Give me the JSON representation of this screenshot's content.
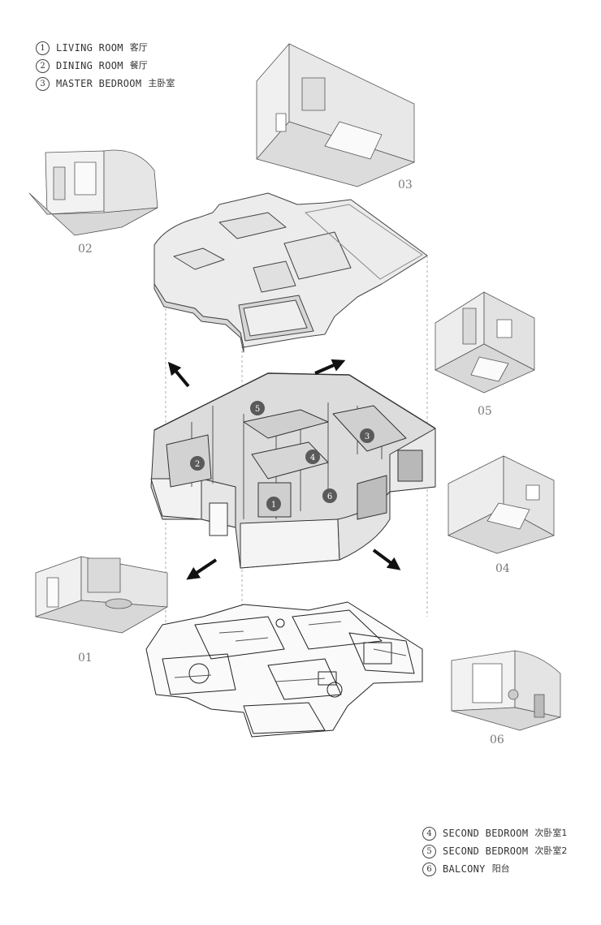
{
  "legend_top": [
    {
      "num": "1",
      "en": "LIVING ROOM",
      "zh": "客厅"
    },
    {
      "num": "2",
      "en": "DINING ROOM",
      "zh": "餐厅"
    },
    {
      "num": "3",
      "en": "MASTER BEDROOM",
      "zh": "主卧室"
    }
  ],
  "legend_bottom": [
    {
      "num": "4",
      "en": "SECOND BEDROOM",
      "zh": "次卧室1"
    },
    {
      "num": "5",
      "en": "SECOND BEDROOM",
      "zh": "次卧室2"
    },
    {
      "num": "6",
      "en": "BALCONY",
      "zh": "阳台"
    }
  ],
  "panel_labels": {
    "p01": "01",
    "p02": "02",
    "p03": "03",
    "p04": "04",
    "p05": "05",
    "p06": "06"
  },
  "markers": [
    "1",
    "2",
    "3",
    "4",
    "5",
    "6"
  ],
  "colors": {
    "line": "#444444",
    "wall": "#ededed",
    "floor": "#dcdcdc",
    "marker": "#5a5a5a"
  }
}
